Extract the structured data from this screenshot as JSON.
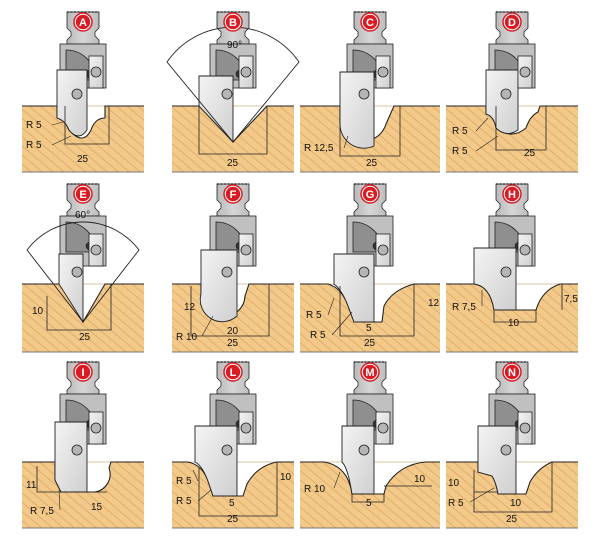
{
  "colors": {
    "wood": "#f3c98a",
    "wood_grain": "#dca765",
    "knife": "#c6c6c6",
    "knife_dark": "#8c8c8c",
    "knife_light": "#e8e8e8",
    "badge_red": "#d91c24",
    "line": "#222222"
  },
  "panels": [
    {
      "letter": "A",
      "labels": [
        "R 5",
        "R 5",
        "25"
      ]
    },
    {
      "letter": "B",
      "labels": [
        "90°",
        "25"
      ]
    },
    {
      "letter": "C",
      "labels": [
        "R 12,5",
        "25"
      ]
    },
    {
      "letter": "D",
      "labels": [
        "R 5",
        "R 5",
        "25"
      ]
    },
    {
      "letter": "E",
      "labels": [
        "60°",
        "10",
        "25"
      ]
    },
    {
      "letter": "F",
      "labels": [
        "12",
        "R 10",
        "20",
        "25"
      ]
    },
    {
      "letter": "G",
      "labels": [
        "R 5",
        "R 5",
        "12",
        "5",
        "25"
      ]
    },
    {
      "letter": "H",
      "labels": [
        "R 7,5",
        "7,5",
        "10"
      ]
    },
    {
      "letter": "I",
      "labels": [
        "11",
        "R 7,5",
        "15"
      ]
    },
    {
      "letter": "L",
      "labels": [
        "R 5",
        "R 5",
        "10",
        "5",
        "25"
      ]
    },
    {
      "letter": "M",
      "labels": [
        "R 10",
        "10",
        "5"
      ]
    },
    {
      "letter": "N",
      "labels": [
        "10",
        "R 5",
        "10",
        "25"
      ]
    }
  ]
}
